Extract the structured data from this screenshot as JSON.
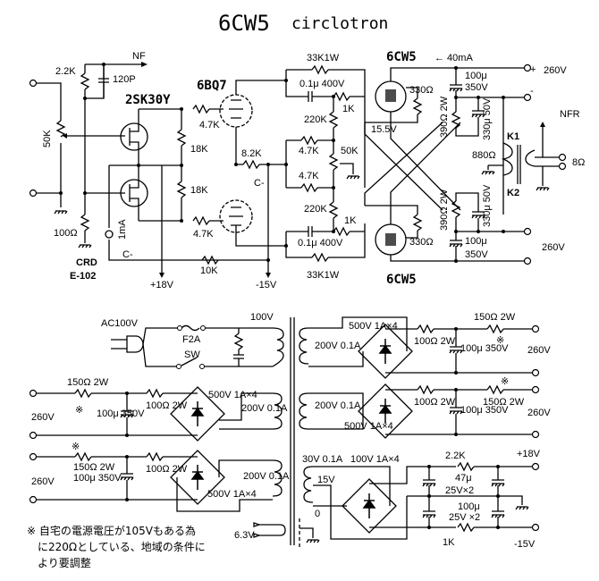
{
  "title": {
    "main": "6CW5",
    "sub": "circlotron"
  },
  "amplifier": {
    "tubes": {
      "driver": "6BQ7",
      "output_top": "6CW5",
      "output_bottom": "6CW5"
    },
    "fet": "2SK30Y",
    "crd": {
      "label": "CRD",
      "part": "E-102",
      "current": "1mA"
    },
    "labels": {
      "nf": "NF",
      "nfr": "NFR",
      "r_2k2": "2.2K",
      "c_120p": "120P",
      "pot_50k_in": "50K",
      "r_100": "100Ω",
      "r_18k_a": "18K",
      "r_18k_b": "18K",
      "r_4k7_top": "4.7K",
      "r_4k7_bot": "4.7K",
      "r_8k2": "8.2K",
      "c_minus_a": "C-",
      "c_minus_b": "C-",
      "r_10k": "10K",
      "plus18": "+18V",
      "minus15": "-15V",
      "r_33k_top": "33K1W",
      "r_33k_bot": "33K1W",
      "c_top": "0.1μ 400V",
      "c_bot": "0.1μ 400V",
      "r_1k_top": "1K",
      "r_1k_bot": "1K",
      "r_220k_top": "220K",
      "r_220k_bot": "220K",
      "r_4k7_bias_a": "4.7K",
      "r_4k7_bias_b": "4.7K",
      "pot_50k_bias": "50K",
      "r_330_top": "330Ω",
      "r_330_bot": "330Ω",
      "v_15_5": "15.5V",
      "i_40ma": "← 40mA",
      "cap_100_top": "100μ",
      "cap_350_top": "350V",
      "cap_100_bot": "100μ",
      "cap_350_bot": "350V",
      "r_390_top": "390Ω 2W",
      "r_390_bot": "390Ω 2W",
      "c_330_top": "330μ 50V",
      "c_330_bot": "330μ 50V",
      "k1": "K1",
      "k2": "K2",
      "r_880": "880Ω",
      "out_8": "8Ω",
      "b260_top": "260V",
      "b260_bot": "260V",
      "plus": "+",
      "minus": "-"
    }
  },
  "power_supply": {
    "ac": "AC100V",
    "fuse": "F2A",
    "switch": "SW",
    "primary": "100V",
    "heater": "6.3V",
    "supplies": [
      {
        "winding": "200V 0.1A",
        "bridge": "500V 1A×4",
        "r1": "100Ω 2W",
        "cap": "100μ 350V",
        "r2": "150Ω 2W",
        "out": "260V"
      },
      {
        "winding": "200V 0.1A",
        "bridge": "500V 1A×4",
        "r1": "100Ω 2W",
        "cap": "100μ 350V",
        "r2": "150Ω 2W",
        "out": "260V"
      },
      {
        "winding": "200V 0.1A",
        "bridge": "500V 1A×4",
        "r1": "100Ω 2W",
        "cap": "100μ 350V",
        "r2": "150Ω 2W",
        "out": "260V"
      },
      {
        "winding": "200V 0.1A",
        "bridge": "500V 1A×4",
        "r1": "100Ω 2W",
        "cap": "100μ 350V",
        "r2": "150Ω 2W",
        "out": "260V"
      }
    ],
    "low_voltage": {
      "winding": "30V 0.1A",
      "tap": "15V",
      "zero": "0",
      "bridge": "100V 1A×4",
      "r_top": "2.2K",
      "cap_top": "47μ",
      "cap_top_v": "25V×2",
      "cap_bot": "100μ",
      "cap_bot_v": "25V ×2",
      "r_bot": "1K",
      "out_pos": "+18V",
      "out_neg": "-15V"
    },
    "mark": "※"
  },
  "note": {
    "line1": "※ 自宅の電源電圧が105Vもある為",
    "line2": "に220Ωとしている、地域の条件に",
    "line3": "より要調整"
  }
}
